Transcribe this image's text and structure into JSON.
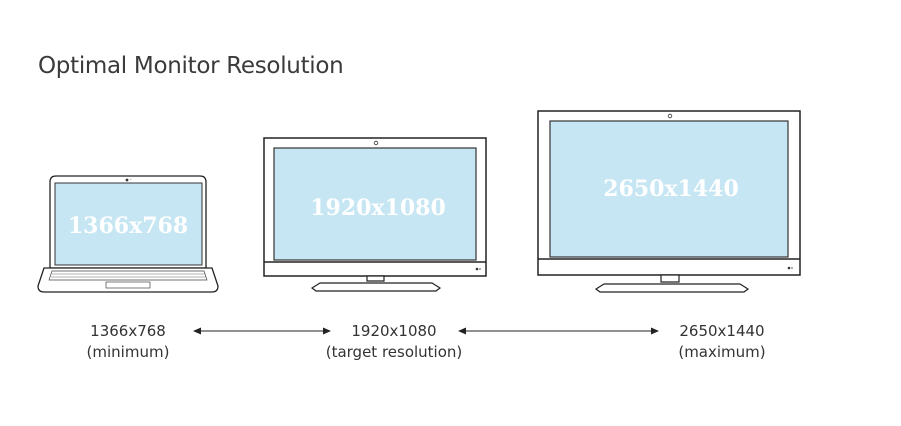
{
  "title": "Optimal Monitor Resolution",
  "colors": {
    "screen": "#c7e6f3",
    "outline": "#222222",
    "label_text": "#ffffff",
    "caption_text": "#333333"
  },
  "devices": [
    {
      "kind": "laptop",
      "screen_label": "1366x768",
      "caption_resolution": "1366x768",
      "caption_note": "(minimum)"
    },
    {
      "kind": "monitor",
      "screen_label": "1920x1080",
      "caption_resolution": "1920x1080",
      "caption_note": "(target resolution)"
    },
    {
      "kind": "monitor",
      "screen_label": "2650x1440",
      "caption_resolution": "2650x1440",
      "caption_note": "(maximum)"
    }
  ],
  "icons": [
    "double-arrow-icon",
    "double-arrow-icon"
  ]
}
